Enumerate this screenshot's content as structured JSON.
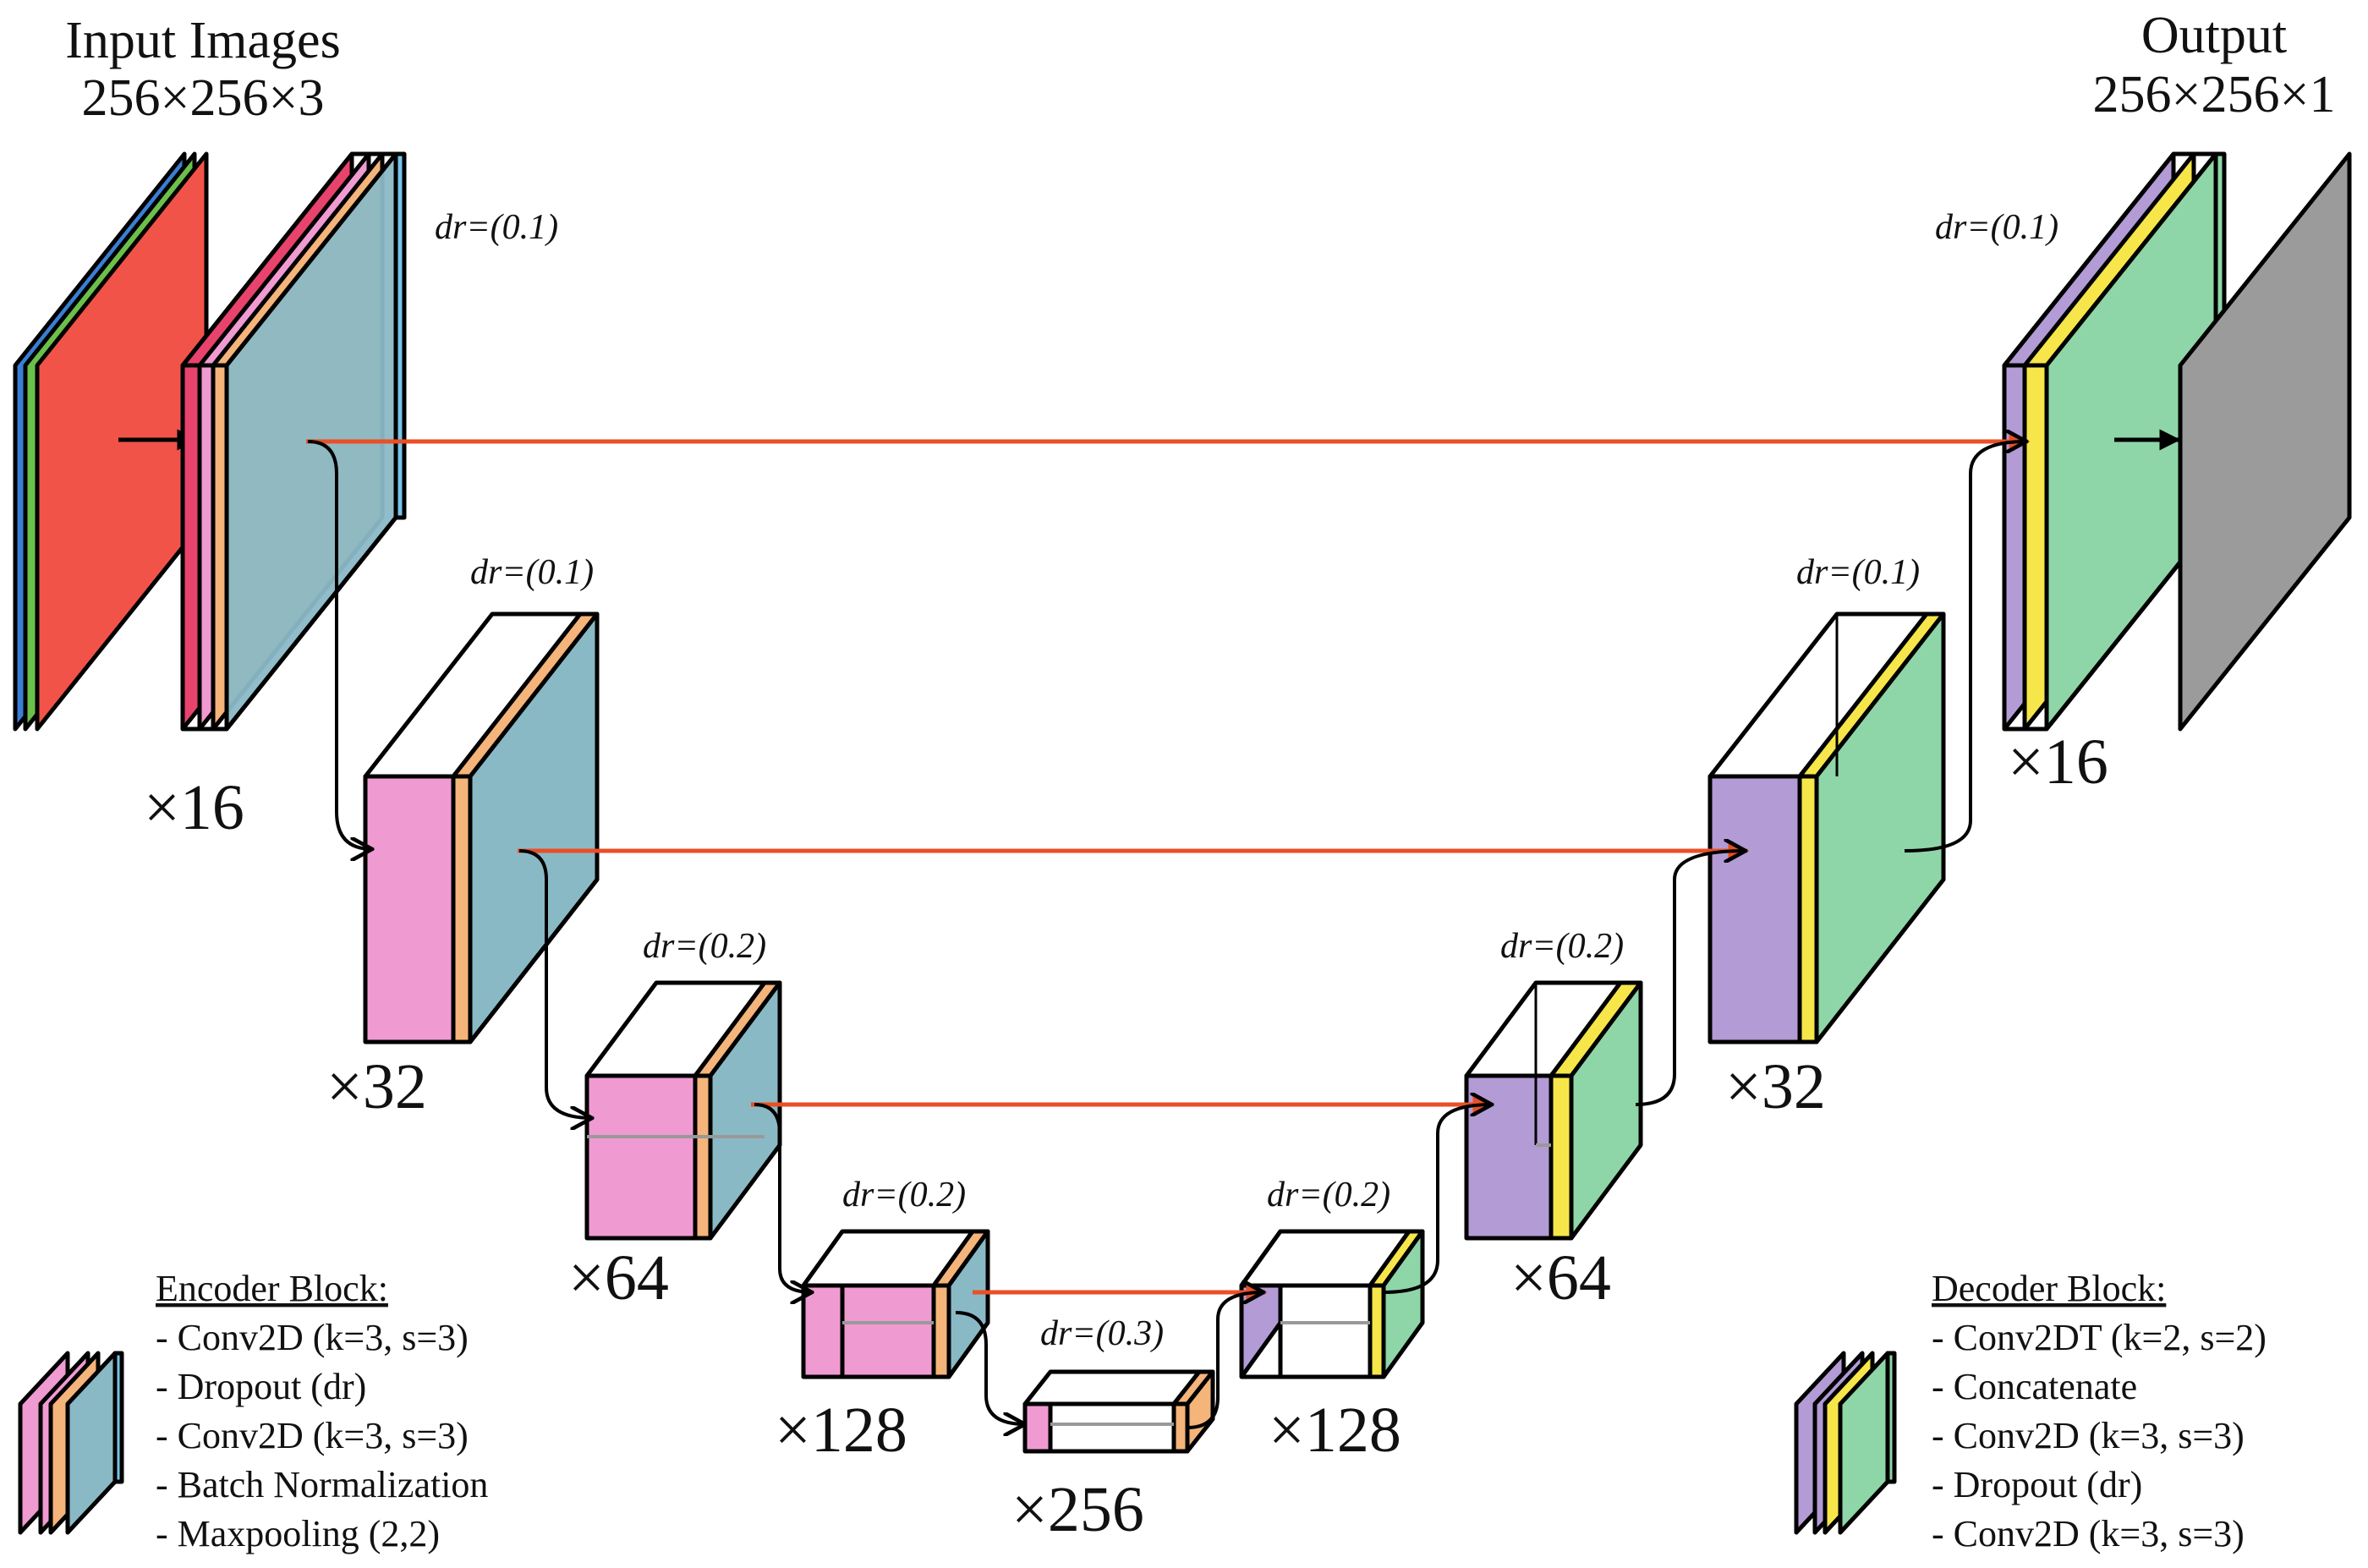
{
  "input": {
    "title": "Input Images",
    "dims": "256×256×3"
  },
  "output": {
    "title": "Output",
    "dims": "256×256×1"
  },
  "encoder_blocks": [
    {
      "filters": "×16",
      "dropout": "dr=(0.1)"
    },
    {
      "filters": "×32",
      "dropout": "dr=(0.1)"
    },
    {
      "filters": "×64",
      "dropout": "dr=(0.2)"
    },
    {
      "filters": "×128",
      "dropout": "dr=(0.2)"
    }
  ],
  "bottleneck": {
    "filters": "×256",
    "dropout": "dr=(0.3)"
  },
  "decoder_blocks": [
    {
      "filters": "×128",
      "dropout": "dr=(0.2)"
    },
    {
      "filters": "×64",
      "dropout": "dr=(0.2)"
    },
    {
      "filters": "×32",
      "dropout": "dr=(0.1)"
    },
    {
      "filters": "×16",
      "dropout": "dr=(0.1)"
    }
  ],
  "legend_encoder": {
    "title": "Encoder Block:",
    "items": [
      "- Conv2D (k=3, s=3)",
      "- Dropout (dr)",
      "- Conv2D (k=3, s=3)",
      "- Batch Normalization",
      "- Maxpooling (2,2)"
    ]
  },
  "legend_decoder": {
    "title": "Decoder Block:",
    "items": [
      "- Conv2DT (k=2, s=2)",
      "- Concatenate",
      "- Conv2D (k=3, s=3)",
      "- Dropout (dr)",
      "- Conv2D (k=3, s=3)"
    ]
  },
  "colors": {
    "input_red": "#f25349",
    "input_green": "#6cc04a",
    "input_blue": "#3a7fd5",
    "enc_pink": "#f09ad2",
    "enc_orange": "#f4b47a",
    "enc_blue": "#79c3e8",
    "enc_teal": "#8ab9c6",
    "dec_purple": "#b39bd6",
    "dec_yellow": "#f6e64a",
    "dec_green": "#8ed6a8",
    "output_gray": "#9b9b9b",
    "skip_arrow": "#ea4f25"
  }
}
